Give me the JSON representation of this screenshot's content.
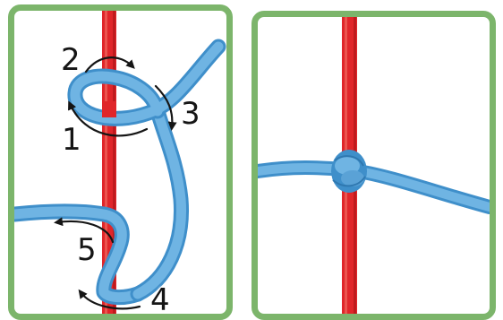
{
  "steps": {
    "labels": [
      "1",
      "2",
      "3",
      "4",
      "5"
    ]
  },
  "colors": {
    "frame": "#7cb56b",
    "standing_rope": "#e0262a",
    "working_rope": "#63a9dc",
    "arrows": "#151515"
  }
}
